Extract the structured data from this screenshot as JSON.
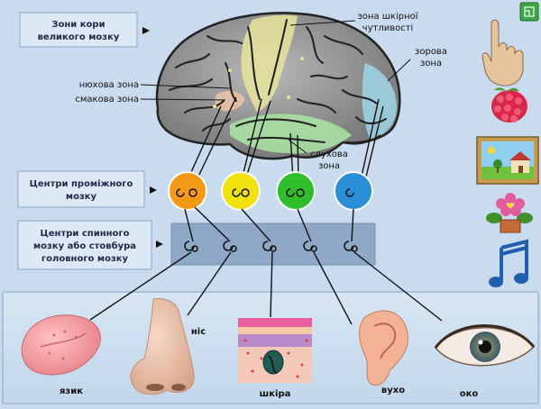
{
  "boxes": {
    "cortex_line1": "Зони кори",
    "cortex_line2": "великого мозку",
    "intermediate_line1": "Центри проміжного",
    "intermediate_line2": "мозку",
    "spinal_line1": "Центри спинного",
    "spinal_line2": "мозку або стовбура",
    "spinal_line3": "головного мозку"
  },
  "zones": {
    "skin_line1": "зона шкірної",
    "skin_line2": "чутливості",
    "smell": "нюхова зона",
    "taste": "смакова зона",
    "visual_line1": "зорова",
    "visual_line2": "зона",
    "hearing_line1": "слухова",
    "hearing_line2": "зона"
  },
  "organs": {
    "tongue": "язик",
    "nose": "ніс",
    "skin": "шкіра",
    "ear": "вухо",
    "eye": "око"
  },
  "colors": {
    "center_orange": "#f39a12",
    "center_yellow": "#f3e10e",
    "center_green": "#2fbf2a",
    "center_blue": "#2a8fd8",
    "zone_skin": "#e7e49a",
    "zone_visual": "#9ad2e2",
    "zone_hearing": "#a8e6a2",
    "zone_taste": "#e9c3a5",
    "close_button": "#3aa845"
  },
  "sidebar": [
    "hand-icon",
    "raspberry-icon",
    "picture-icon",
    "flower-icon",
    "music-note-icon"
  ]
}
